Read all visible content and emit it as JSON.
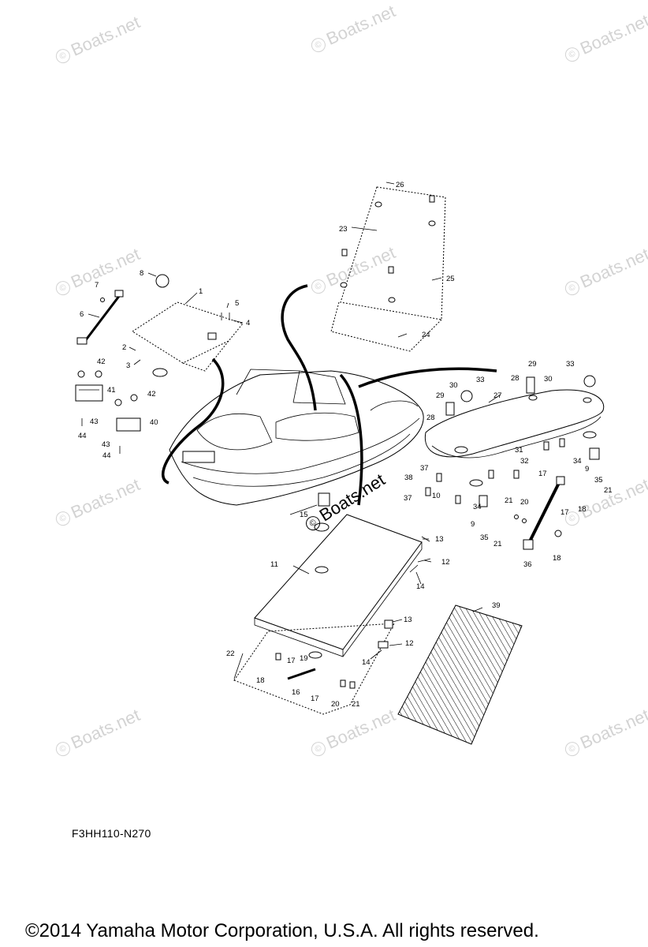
{
  "watermark": "Boats.net",
  "watermark_symbol": "©",
  "diagram_code": "F3HH110-N270",
  "copyright": "©2014 Yamaha Motor Corporation, U.S.A. All rights reserved.",
  "callouts": [
    "1",
    "2",
    "3",
    "4",
    "5",
    "6",
    "7",
    "8",
    "9",
    "10",
    "11",
    "12",
    "13",
    "14",
    "15",
    "16",
    "17",
    "18",
    "19",
    "20",
    "21",
    "22",
    "23",
    "24",
    "25",
    "26",
    "27",
    "28",
    "29",
    "30",
    "31",
    "32",
    "33",
    "34",
    "35",
    "36",
    "37",
    "38",
    "39",
    "40",
    "41",
    "42",
    "43",
    "44"
  ],
  "callout_labels": {
    "c1": "1",
    "c2": "2",
    "c3": "3",
    "c4": "4",
    "c5": "5",
    "c6": "6",
    "c7": "7",
    "c8": "8",
    "c9a": "9",
    "c9b": "9",
    "c10": "10",
    "c11": "11",
    "c12a": "12",
    "c12b": "12",
    "c13a": "13",
    "c13b": "13",
    "c14a": "14",
    "c14b": "14",
    "c15": "15",
    "c16": "16",
    "c17a": "17",
    "c17b": "17",
    "c17c": "17",
    "c17d": "17",
    "c18a": "18",
    "c18b": "18",
    "c18c": "18",
    "c19": "19",
    "c20a": "20",
    "c20b": "20",
    "c21a": "21",
    "c21b": "21",
    "c21c": "21",
    "c21d": "21",
    "c22": "22",
    "c23": "23",
    "c24": "24",
    "c25": "25",
    "c26": "26",
    "c27": "27",
    "c28a": "28",
    "c28b": "28",
    "c29a": "29",
    "c29b": "29",
    "c30a": "30",
    "c30b": "30",
    "c31": "31",
    "c32": "32",
    "c33a": "33",
    "c33b": "33",
    "c34a": "34",
    "c34b": "34",
    "c35a": "35",
    "c35b": "35",
    "c36": "36",
    "c37a": "37",
    "c37b": "37",
    "c38": "38",
    "c39": "39",
    "c40": "40",
    "c41": "41",
    "c42a": "42",
    "c42b": "42",
    "c43a": "43",
    "c43b": "43",
    "c44a": "44",
    "c44b": "44"
  },
  "colors": {
    "line": "#000000",
    "watermark": "#d3d3d3",
    "background": "#ffffff"
  }
}
